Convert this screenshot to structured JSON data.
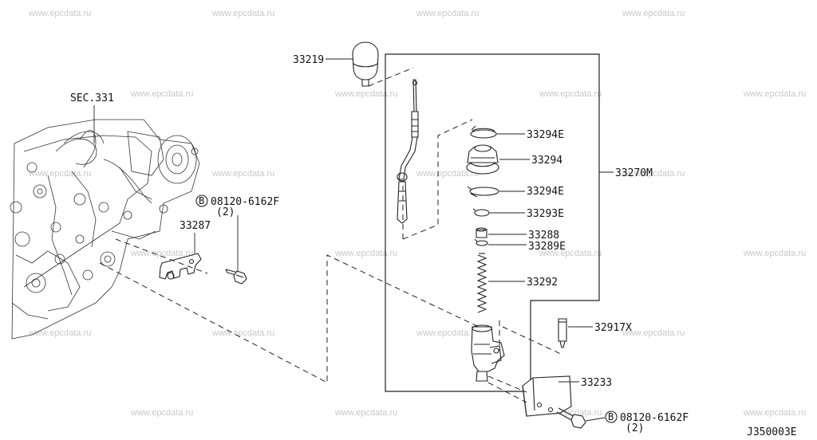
{
  "watermark": "www.epcdata.ru",
  "diagram_code": "J350003E",
  "labels": {
    "sec": "SEC.331",
    "p33219": "33219",
    "p33294e_top": "33294E",
    "p33294": "33294",
    "p33270m": "33270M",
    "p33294e_bot": "33294E",
    "p33293e": "33293E",
    "p33288": "33288",
    "p33289e": "33289E",
    "p33292": "33292",
    "p32917x": "32917X",
    "p33233": "33233",
    "p33287": "33287",
    "bolt_left": "08120-6162F",
    "bolt_left_qty": "(2)",
    "bolt_right": "08120-6162F",
    "bolt_right_qty": "(2)",
    "bolt_marker": "B"
  }
}
